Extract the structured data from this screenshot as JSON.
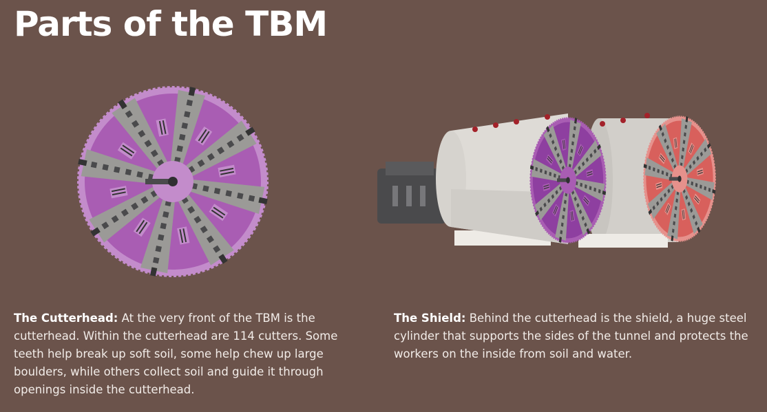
{
  "title": "Parts of the TBM",
  "cutterhead": {
    "heading": "The Cutterhead:",
    "text": " At the very front of the TBM is the cutterhead. Within the cutterhead are 114 cutters. Some teeth help break up soft soil, some help chew up large boulders, while others collect soil and guide it through openings inside the cutterhead."
  },
  "shield": {
    "heading": "The Shield:",
    "text": " Behind the cutterhead is the shield, a huge steel cylinder that supports the sides of the tunnel and protects the workers on the inside from soil and water."
  },
  "colors": {
    "background": "#6b534b",
    "cutter_purple": "#a95db3",
    "cutter_light": "#c38ccb",
    "spoke_gray": "#9b9a97",
    "shield_gray": "#dedbd6",
    "cutter_red": "#d8605c"
  }
}
